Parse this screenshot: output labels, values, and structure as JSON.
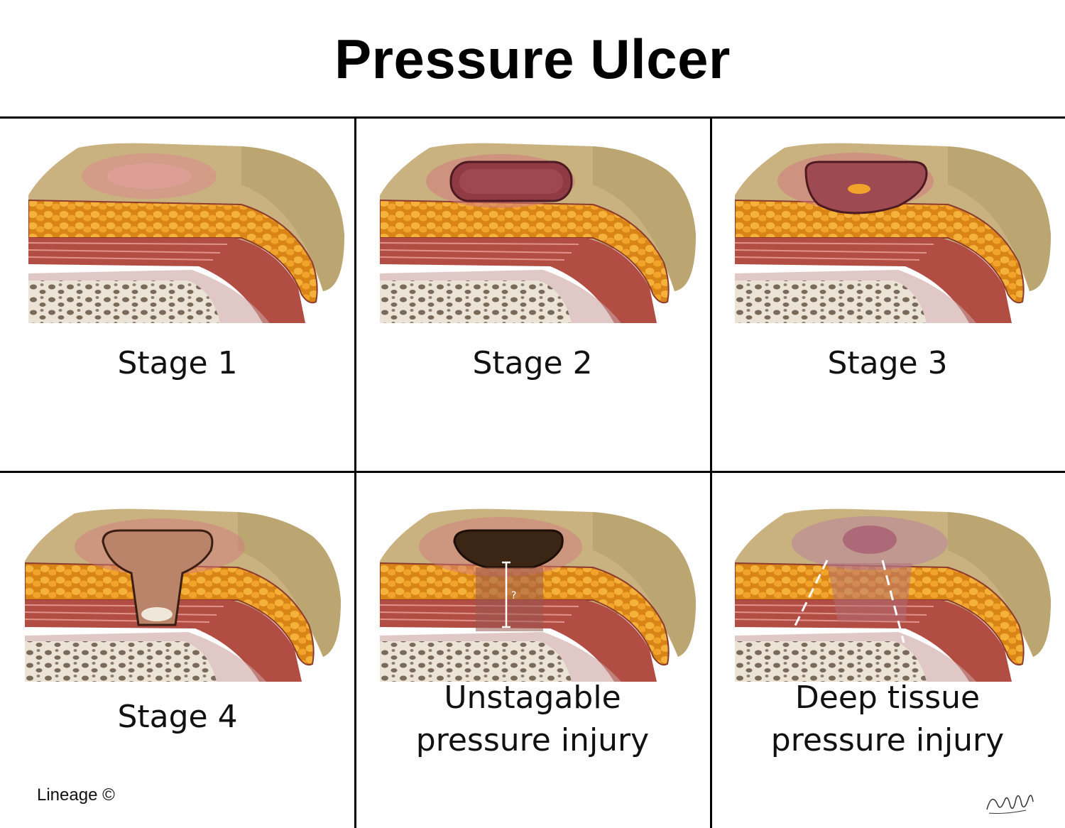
{
  "title": "Pressure Ulcer",
  "panels": [
    {
      "id": "stage-1",
      "label_lines": [
        "Stage 1"
      ]
    },
    {
      "id": "stage-2",
      "label_lines": [
        "Stage 2"
      ]
    },
    {
      "id": "stage-3",
      "label_lines": [
        "Stage 3"
      ]
    },
    {
      "id": "stage-4",
      "label_lines": [
        "Stage 4"
      ]
    },
    {
      "id": "unstageable",
      "label_lines": [
        "Unstagable",
        "pressure injury"
      ],
      "marker_text": "?"
    },
    {
      "id": "deep-tissue",
      "label_lines": [
        "Deep tissue",
        "pressure injury"
      ]
    }
  ],
  "credit": "Lineage ©",
  "colors": {
    "skin": "#c9b27f",
    "fat": "#f2a32a",
    "muscle": "#b24d44",
    "bone": "#eae3d6",
    "bone_pore": "#7a6a5a",
    "wound": "#8f3a45",
    "eschar": "#3b2514",
    "grid_line": "#000000"
  }
}
